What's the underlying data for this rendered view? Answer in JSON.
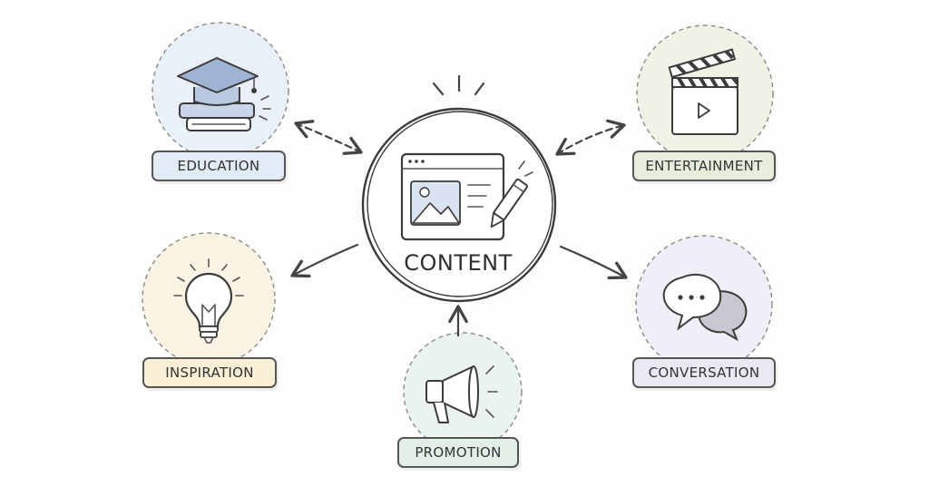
{
  "center": {
    "label": "CONTENT",
    "icon": "browser-window-pencil-icon"
  },
  "nodes": [
    {
      "id": "education",
      "label": "EDUCATION",
      "icon": "graduation-cap-books-icon",
      "bg": "#eaf0f8",
      "label_bg": "#e3ebf6"
    },
    {
      "id": "entertainment",
      "label": "ENTERTAINMENT",
      "icon": "clapperboard-icon",
      "bg": "#eef3e6",
      "label_bg": "#e7efdc"
    },
    {
      "id": "inspiration",
      "label": "INSPIRATION",
      "icon": "light-bulb-icon",
      "bg": "#fbf4e4",
      "label_bg": "#f9eed6"
    },
    {
      "id": "conversation",
      "label": "CONVERSATION",
      "icon": "speech-bubbles-icon",
      "bg": "#f0eef6",
      "label_bg": "#ebe8f4"
    },
    {
      "id": "promotion",
      "label": "PROMOTION",
      "icon": "megaphone-icon",
      "bg": "#eaf3ee",
      "label_bg": "#e2efe7"
    }
  ]
}
